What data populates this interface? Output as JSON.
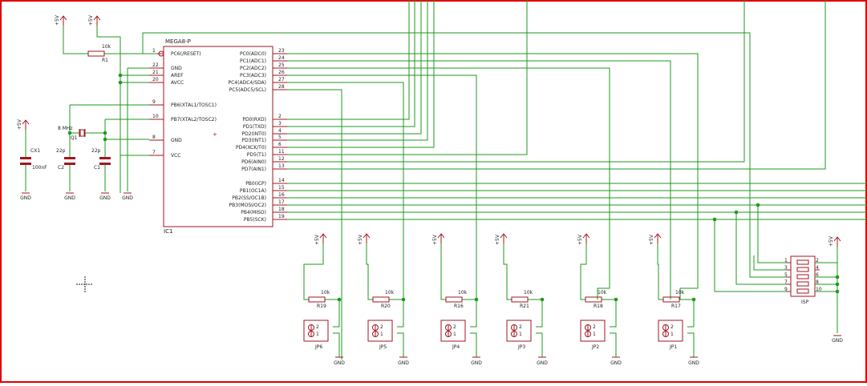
{
  "ic1": {
    "name": "IC1",
    "value": "MEGA8-P",
    "left_pins": [
      {
        "num": "1",
        "label": "PC6(/RESET)"
      },
      {
        "num": "22",
        "label": "GND"
      },
      {
        "num": "21",
        "label": "AREF"
      },
      {
        "num": "20",
        "label": "AVCC"
      },
      {
        "num": "9",
        "label": "PB6(XTAL1/TOSC1)"
      },
      {
        "num": "10",
        "label": "PB7(XTAL2/TOSC2)"
      },
      {
        "num": "8",
        "label": "GND"
      },
      {
        "num": "7",
        "label": "VCC"
      }
    ],
    "right_pins": [
      {
        "num": "23",
        "label": "PC0(ADC0)"
      },
      {
        "num": "24",
        "label": "PC1(ADC1)"
      },
      {
        "num": "25",
        "label": "PC2(ADC2)"
      },
      {
        "num": "26",
        "label": "PC3(ADC3)"
      },
      {
        "num": "27",
        "label": "PC4(ADC4/SDA)"
      },
      {
        "num": "28",
        "label": "PC5(ADC5/SCL)"
      },
      {
        "num": "2",
        "label": "PD0(RXD)"
      },
      {
        "num": "3",
        "label": "PD1(TXD)"
      },
      {
        "num": "4",
        "label": "PD2(INT0)"
      },
      {
        "num": "5",
        "label": "PD3(INT1)"
      },
      {
        "num": "6",
        "label": "PD4(XCK/T0)"
      },
      {
        "num": "11",
        "label": "PD5(T1)"
      },
      {
        "num": "12",
        "label": "PD6(AIN0)"
      },
      {
        "num": "13",
        "label": "PD7(AIN1)"
      },
      {
        "num": "14",
        "label": "PB0(ICP)"
      },
      {
        "num": "15",
        "label": "PB1(OC1A)"
      },
      {
        "num": "16",
        "label": "PB2(SS/OC1B)"
      },
      {
        "num": "17",
        "label": "PB3(MOSI/OC2)"
      },
      {
        "num": "18",
        "label": "PB4(MISO)"
      },
      {
        "num": "19",
        "label": "PB5(SCK)"
      }
    ]
  },
  "supply_labels": {
    "vcc": "+5V",
    "gnd": "GND"
  },
  "r1": {
    "name": "R1",
    "value": "10k"
  },
  "crystal": {
    "name": "Q1",
    "value": "8 MHz"
  },
  "caps": [
    {
      "name": "CX1",
      "value": "100nF"
    },
    {
      "name": "C2",
      "value": "22p"
    },
    {
      "name": "C1",
      "value": "22p"
    }
  ],
  "resistors": [
    {
      "name": "R19",
      "value": "10k"
    },
    {
      "name": "R20",
      "value": "10k"
    },
    {
      "name": "R16",
      "value": "10k"
    },
    {
      "name": "R21",
      "value": "10k"
    },
    {
      "name": "R18",
      "value": "10k"
    },
    {
      "name": "R17",
      "value": "10k"
    }
  ],
  "jumpers": [
    {
      "name": "JP6",
      "pin1": "1",
      "pin2": "2"
    },
    {
      "name": "JP5",
      "pin1": "1",
      "pin2": "2"
    },
    {
      "name": "JP4",
      "pin1": "1",
      "pin2": "2"
    },
    {
      "name": "JP3",
      "pin1": "1",
      "pin2": "2"
    },
    {
      "name": "JP2",
      "pin1": "1",
      "pin2": "2"
    },
    {
      "name": "JP1",
      "pin1": "1",
      "pin2": "2"
    }
  ],
  "isp": {
    "name": "ISP",
    "left_pins": [
      "1",
      "3",
      "5",
      "7",
      "9"
    ],
    "right_pins": [
      "2",
      "4",
      "6",
      "8",
      "10"
    ]
  },
  "colors": {
    "wire": "#1e9a1e",
    "part": "#a2161e",
    "frame": "#e00000"
  }
}
